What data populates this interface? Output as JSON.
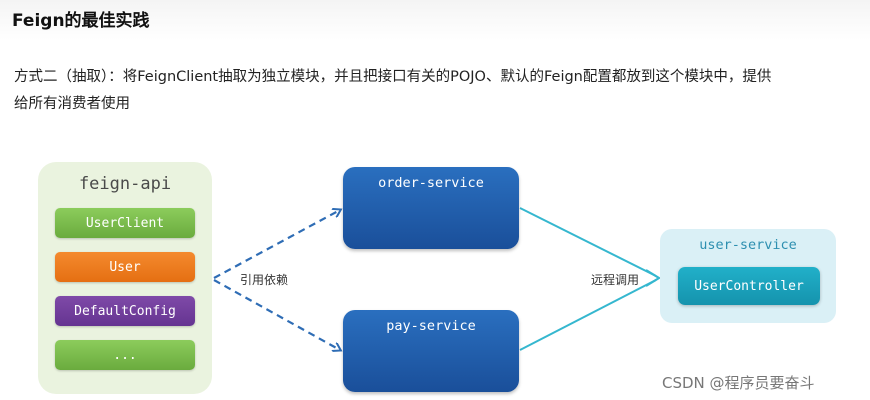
{
  "title": "Feign的最佳实践",
  "description": {
    "line1_prefix": "方式二（抽取）：将",
    "line1_code": "FeignClient",
    "line1_mid": "抽取为独立模块，并且把接口有关的",
    "line1_pojo": "POJO",
    "line1_mid2": "、默认的",
    "line1_feign": "Feign",
    "line1_suffix": "配置都放到这个模块中，提供",
    "line2": "给所有消费者使用"
  },
  "feign_api": {
    "title": "feign-api",
    "modules": [
      {
        "label": "UserClient",
        "color": "#7bbd4d"
      },
      {
        "label": "User",
        "color": "#ee7b1f"
      },
      {
        "label": "DefaultConfig",
        "color": "#733f9e"
      },
      {
        "label": "...",
        "color": "#7bbd4d"
      }
    ]
  },
  "services": {
    "order": "order-service",
    "pay": "pay-service"
  },
  "user_service": {
    "title": "user-service",
    "controller": "UserController"
  },
  "edges": {
    "dependency_label": "引用依赖",
    "remote_call_label": "远程调用",
    "dependency_color": "#2f6db5",
    "remote_call_color": "#35b7cf"
  },
  "watermark": "CSDN @程序员要奋斗"
}
